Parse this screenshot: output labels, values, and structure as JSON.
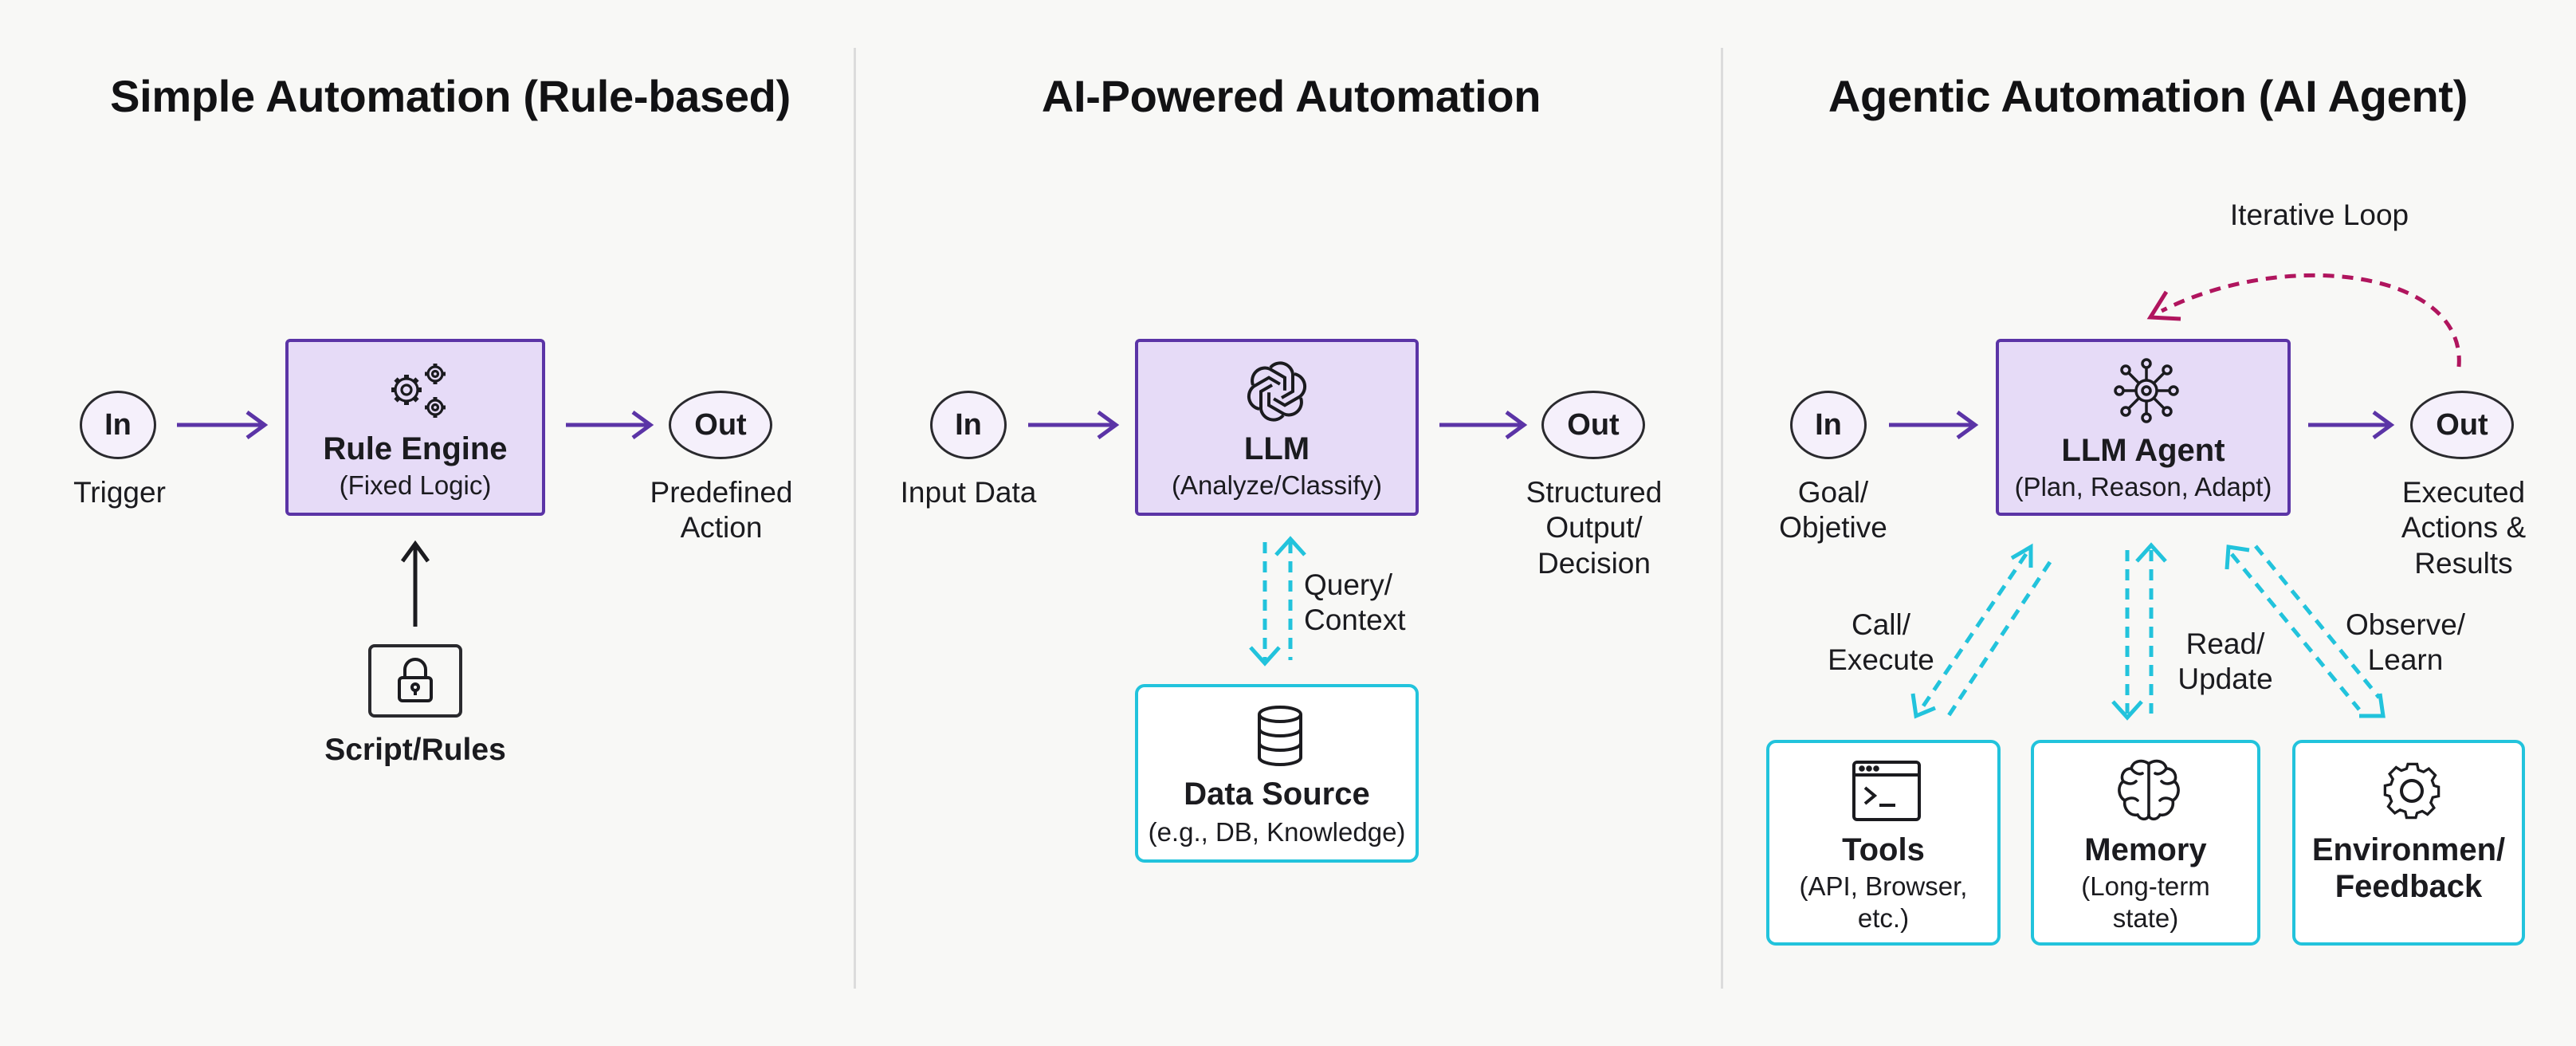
{
  "panels": {
    "simple": {
      "title": "Simple Automation (Rule-based)",
      "in_label": "In",
      "trigger": "Trigger",
      "engine_title": "Rule Engine",
      "engine_sub": "(Fixed Logic)",
      "out_label": "Out",
      "output_line1": "Predefined",
      "output_line2": "Action",
      "rules": "Script/Rules"
    },
    "ai": {
      "title": "AI-Powered Automation",
      "in_label": "In",
      "input": "Input Data",
      "llm_title": "LLM",
      "llm_sub": "(Analyze/Classify)",
      "out_label": "Out",
      "output_line1": "Structured",
      "output_line2": "Output/",
      "output_line3": "Decision",
      "query_line1": "Query/",
      "query_line2": "Context",
      "ds_title": "Data Source",
      "ds_sub": "(e.g., DB, Knowledge)"
    },
    "agentic": {
      "title": "Agentic Automation (AI Agent)",
      "loop": "Iterative Loop",
      "in_label": "In",
      "goal_line1": "Goal/",
      "goal_line2": "Objetive",
      "agent_title": "LLM Agent",
      "agent_sub": "(Plan, Reason, Adapt)",
      "out_label": "Out",
      "output_line1": "Executed",
      "output_line2": "Actions &",
      "output_line3": "Results",
      "call_line1": "Call/",
      "call_line2": "Execute",
      "read_line1": "Read/",
      "read_line2": "Update",
      "observe_line1": "Observe/",
      "observe_line2": "Learn",
      "tools_title": "Tools",
      "tools_sub1": "(API, Browser,",
      "tools_sub2": "etc.)",
      "memory_title": "Memory",
      "memory_sub1": "(Long-term",
      "memory_sub2": "state)",
      "env_title": "Environmen/",
      "env_title2": "Feedback"
    }
  },
  "colors": {
    "purple": "#5b34a6",
    "purple_fill": "#e6dbf7",
    "cyan": "#22c3dc",
    "magenta": "#b0155e",
    "dark": "#1b1b1f"
  },
  "icons": [
    "gears-icon",
    "lock-icon",
    "openai-logo-icon",
    "database-icon",
    "network-hub-icon",
    "terminal-icon",
    "brain-icon",
    "gear-icon"
  ]
}
